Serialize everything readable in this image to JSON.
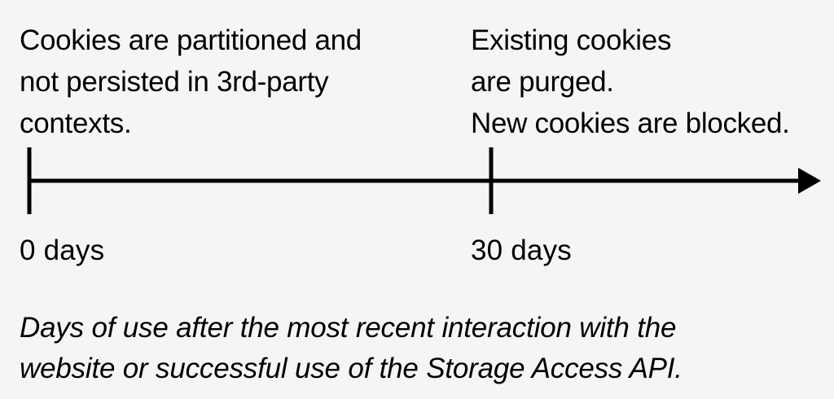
{
  "left_description": {
    "lines": [
      "Cookies are partitioned and",
      "not persisted in 3rd-party",
      "contexts."
    ]
  },
  "right_description": {
    "lines": [
      "Existing cookies",
      "are purged.",
      "New cookies are blocked."
    ]
  },
  "timeline": {
    "ticks": [
      {
        "label": "0 days",
        "value": 0
      },
      {
        "label": "30 days",
        "value": 30
      }
    ]
  },
  "caption": {
    "lines": [
      "Days of use after the most recent interaction with the",
      "website or successful use of the Storage Access API."
    ]
  }
}
